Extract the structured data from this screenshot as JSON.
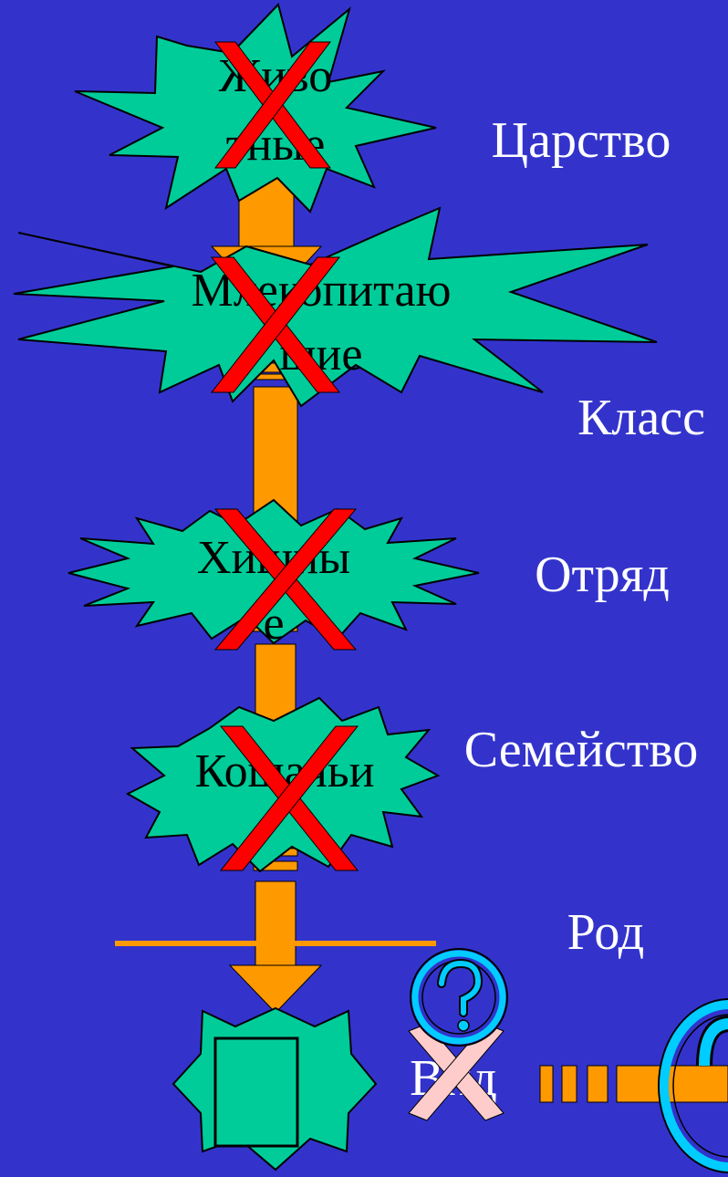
{
  "diagram": {
    "nodes": [
      {
        "id": "kingdom",
        "burst_text_line1": "Живо",
        "burst_text_line2": "тные",
        "rank": "Царство",
        "crossed": true
      },
      {
        "id": "class",
        "burst_text_line1": "Млекопитаю",
        "burst_text_line2": "щие",
        "rank": "Класс",
        "crossed": true
      },
      {
        "id": "order",
        "burst_text_line1": "Хищны",
        "burst_text_line2": "е",
        "rank": "Отряд",
        "crossed": true
      },
      {
        "id": "family",
        "burst_text_line1": "Кошачьи",
        "burst_text_line2": "",
        "rank": "Семейство",
        "crossed": true
      },
      {
        "id": "genus",
        "rank": "Род"
      },
      {
        "id": "species",
        "rank": "Вид",
        "crossed": true
      }
    ],
    "colors": {
      "background": "#3333cc",
      "burst": "#00cc99",
      "arrow": "#ff9900",
      "cross": "#ff0000",
      "species_cross": "#ffcccc",
      "question_icon": "#00ccff"
    },
    "icons": [
      "question-mark-icon",
      "question-mark-icon"
    ]
  }
}
